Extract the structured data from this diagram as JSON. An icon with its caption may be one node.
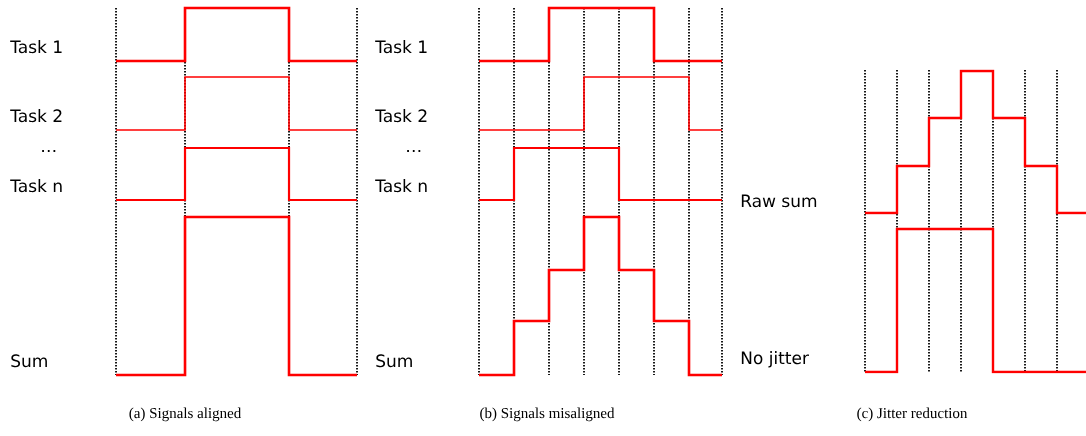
{
  "diagram": {
    "labels": [
      "Task 1",
      "Task 2",
      "…",
      "Task n",
      "Sum",
      "Task 1",
      "Task 2",
      "…",
      "Task n",
      "Sum",
      "Raw sum",
      "No jitter",
      "(a) Signals aligned",
      "(b) Signals misaligned",
      "(c) Jitter reduction"
    ]
  }
}
